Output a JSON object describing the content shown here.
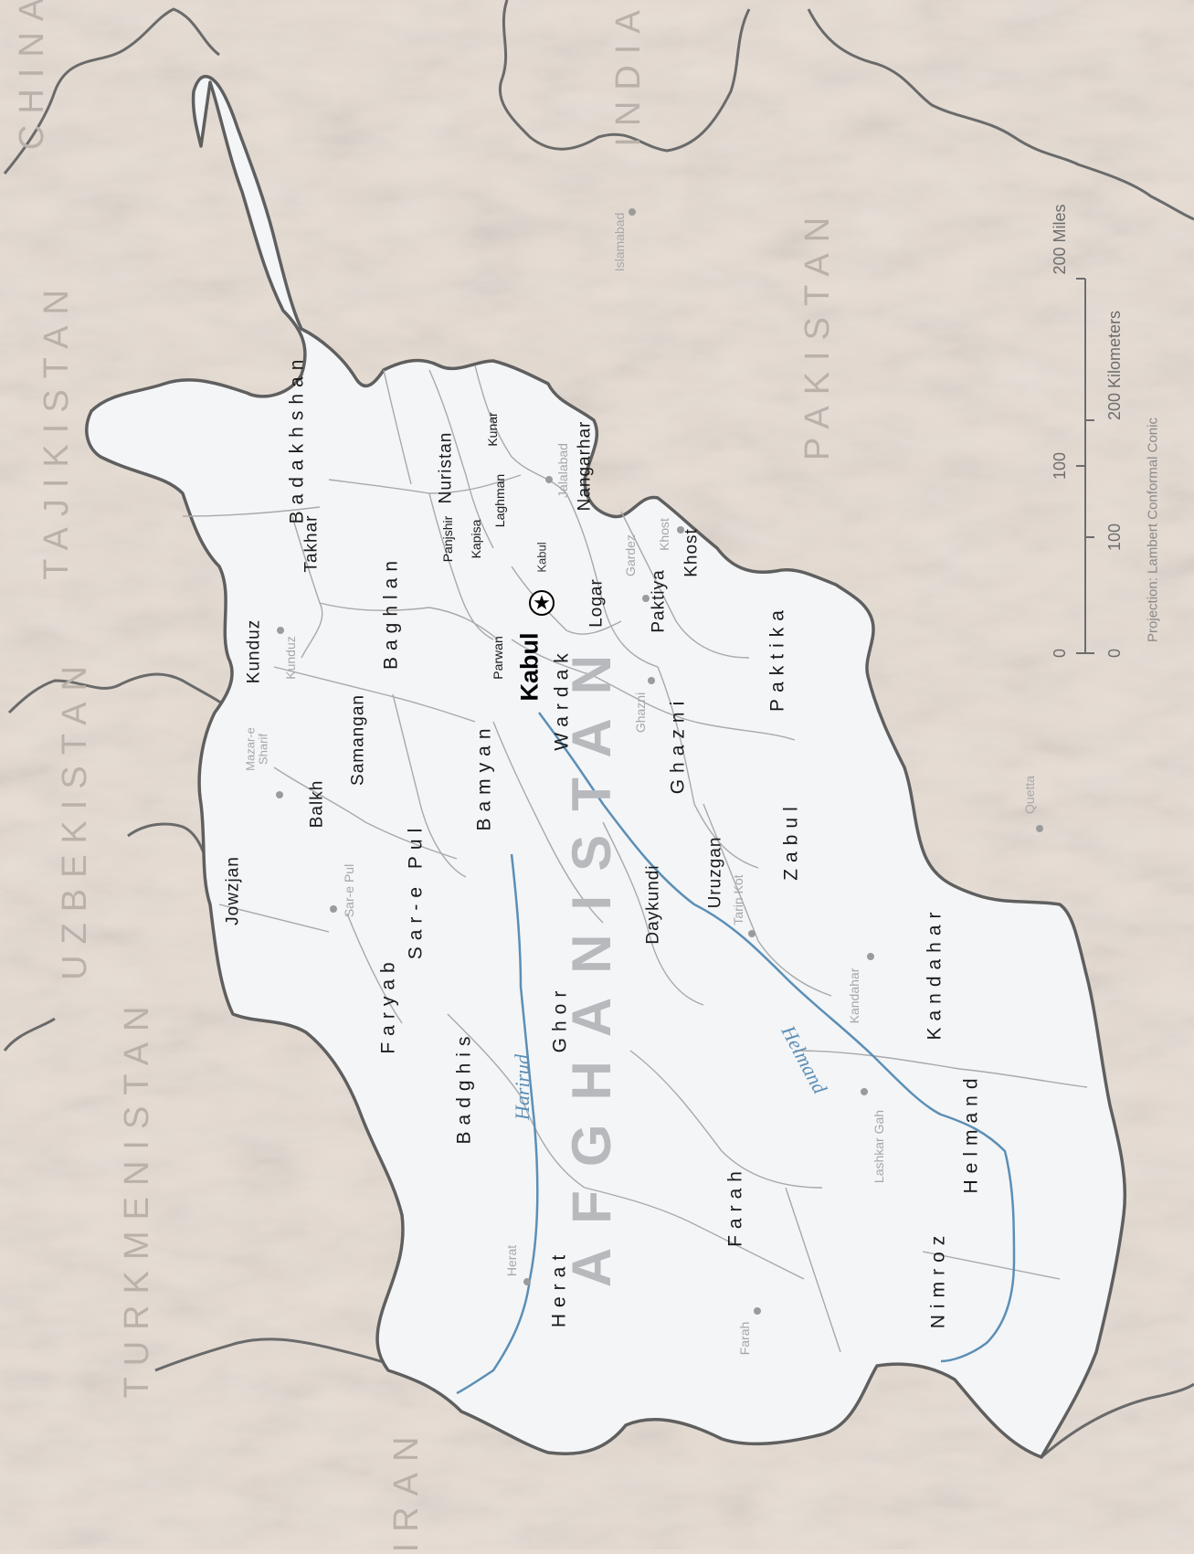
{
  "countries": {
    "china": "CHINA",
    "india": "INDIA",
    "tajikistan": "TAJIKISTAN",
    "uzbekistan": "UZBEKISTAN",
    "turkmenistan": "TURKMENISTAN",
    "iran": "IRAN",
    "pakistan": "PAKISTAN"
  },
  "country_main": "AFGHANISTAN",
  "capital": "Kabul",
  "provinces": {
    "badakhshan": "Badakhshan",
    "nuristan": "Nuristan",
    "kunar": "Kunar",
    "nangarhar": "Nangarhar",
    "laghman": "Laghman",
    "panjshir": "Panjshir",
    "kapisa": "Kapisa",
    "takhar": "Takhar",
    "kunduz": "Kunduz",
    "baghlan": "Baghlan",
    "parwan": "Parwan",
    "logar": "Logar",
    "paktiya": "Paktiya",
    "khost": "Khost",
    "paktika": "Paktika",
    "wardak": "Wardak",
    "ghazni": "Ghazni",
    "samangan": "Samangan",
    "balkh": "Balkh",
    "bamyan": "Bamyan",
    "zabul": "Zabul",
    "uruzgan": "Uruzgan",
    "daykundi": "Daykundi",
    "jowzjan": "Jowzjan",
    "sarepul": "Sar-e Pul",
    "faryab": "Faryab",
    "ghor": "Ghor",
    "kandahar": "Kandahar",
    "badghis": "Badghis",
    "helmand": "Helmand",
    "herat": "Herat",
    "farah": "Farah",
    "nimroz": "Nimroz"
  },
  "cities": {
    "islamabad": "Islamabad",
    "jalalabad": "Jalalabad",
    "kabul_city": "Kabul",
    "gardez": "Gardez",
    "khost_city": "Khost",
    "kunduz_city": "Kunduz",
    "ghazni_city": "Ghazni",
    "mazar": "Mazar-e Sharif",
    "sarepul_city": "Sar-e Pul",
    "quetta": "Quetta",
    "tarinkot": "Tarin Kot",
    "kandahar_city": "Kandahar",
    "lashkargah": "Lashkar Gah",
    "herat_city": "Herat",
    "farah_city": "Farah"
  },
  "rivers": {
    "harirud": "Harirud",
    "helmand": "Helmand"
  },
  "scale": {
    "miles_zero": "0",
    "miles_100": "100",
    "miles_200": "200 Miles",
    "km_zero": "0",
    "km_100": "100",
    "km_200": "200 Kilometers",
    "projection": "Projection: Lambert Conformal Conic"
  },
  "colors": {
    "land_neighbors": "#e6dcd3",
    "afghanistan_fill": "#f4f5f7",
    "border": "#5f5f5f",
    "province_border": "#a9a9a9",
    "river": "#5b8fb6"
  }
}
